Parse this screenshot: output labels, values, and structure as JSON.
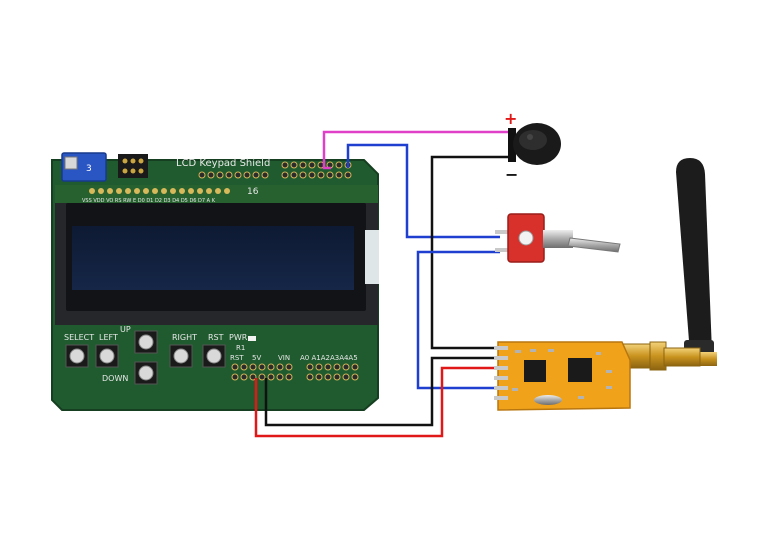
{
  "shield": {
    "title": "LCD Keypad Shield",
    "pin_numbers": "16",
    "pot_label": "3",
    "lcd_pin_labels": "VSS VDD VO RS RW E D0 D1 D2 D3 D4 D5 D6 D7 A K",
    "buttons": {
      "select": "SELECT",
      "left": "LEFT",
      "up": "UP",
      "right": "RIGHT",
      "down": "DOWN",
      "rst": "RST",
      "pwr": "PWR"
    },
    "header_labels": {
      "rst": "RST",
      "five_v": "5V",
      "vin": "VIN",
      "analog": "A0 A1A2A3A4A5"
    },
    "resistor_label": "R1"
  },
  "buzzer": {
    "plus": "+",
    "minus": "−"
  },
  "colors": {
    "board_green": "#1f5b2e",
    "wire_magenta": "#e040c8",
    "wire_blue": "#1f3fd0",
    "wire_black": "#111111",
    "wire_red": "#e01818",
    "module_yellow": "#f0a21a",
    "switch_red": "#d8302a",
    "antenna_black": "#1c1c1c"
  },
  "icons": {
    "buzzer": "buzzer-icon",
    "switch": "toggle-switch-icon",
    "antenna": "antenna-icon",
    "rf_module": "rf-module-icon"
  }
}
